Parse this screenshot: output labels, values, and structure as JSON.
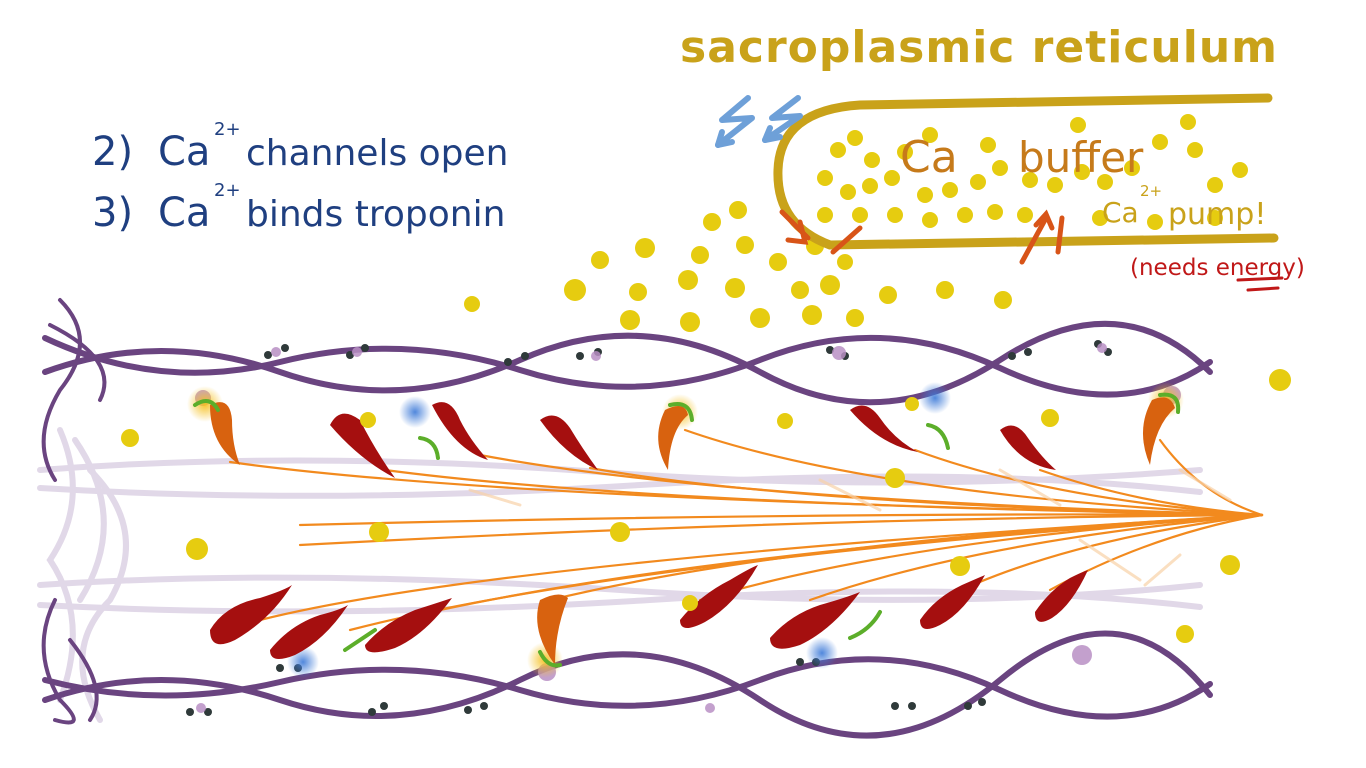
{
  "title": "sacroplasmic reticulum",
  "steps": [
    {
      "number": "2)",
      "ion": "Ca",
      "charge": "2+",
      "text": "channels open"
    },
    {
      "number": "3)",
      "ion": "Ca",
      "charge": "2+",
      "text": "binds troponin"
    }
  ],
  "sr": {
    "buffer_ion": "Ca",
    "buffer_word": "buffer",
    "pump_ion": "Ca",
    "pump_charge": "2+",
    "pump_word": "pump!",
    "energy_open": "(needs ",
    "energy_word": "energy",
    "energy_close": ")"
  },
  "colors": {
    "sr_membrane": "#c9a21a",
    "calcium": "#e6cc10",
    "actin": "#6a4480",
    "myosin_tail": "#f28a1e",
    "myosin_head_unbound": "#a50f0f",
    "myosin_head_bound": "#d8620f",
    "troponin_bound": "#5a92d6",
    "tropomyosin": "#5cae2a",
    "step_text": "#1f3f80",
    "buffer_text": "#c67a1a",
    "energy_text": "#c01818"
  }
}
